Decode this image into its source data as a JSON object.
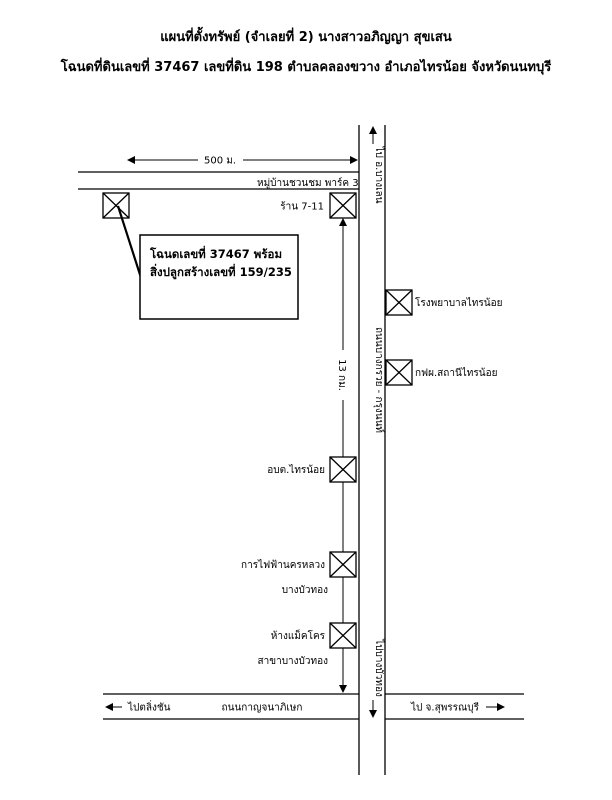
{
  "title_line1": "แผนที่ตั้งทรัพย์ (จำเลยที่ 2) นางสาวอภิญญา  สุขเสน",
  "title_line2": "โฉนดที่ดินเลขที่ 37467  เลขที่ดิน 198  ตำบลคลองขวาง  อำเภอไทรน้อย  จังหวัดนนทบุรี",
  "distance_500": "500 ม.",
  "distance_13km": "13 กม.",
  "village": "หมู่บ้านชวนชม พาร์ค 3",
  "shop_711": "ร้าน 7-11",
  "callout_line1": "โฉนดเลขที่ 37467  พร้อม",
  "callout_line2": "สิ่งปลูกสร้างเลขที่ 159/235",
  "to_bang_len": "ไป อ.บางเลน",
  "hospital": "โรงพยาบาลไทรน้อย",
  "station": "กฟผ.สถานีไทรน้อย",
  "main_road": "ถนนบางกรวย - กรุงนนท์",
  "sao": "อบต.ไทรน้อย",
  "egat_1": "การไฟฟ้านครหลวง",
  "egat_2": "บางบัวทอง",
  "makro_1": "ห้างแม็คโคร",
  "makro_2": "สาขาบางบัวทอง",
  "to_bang_bua_thong": "ไปบางบัวทอง",
  "to_taling_chan": "ไปตลิ่งชัน",
  "kanchana_road": "ถนนกาญจนาภิเษก",
  "to_suphanburi": "ไป จ.สุพรรณบุรี"
}
